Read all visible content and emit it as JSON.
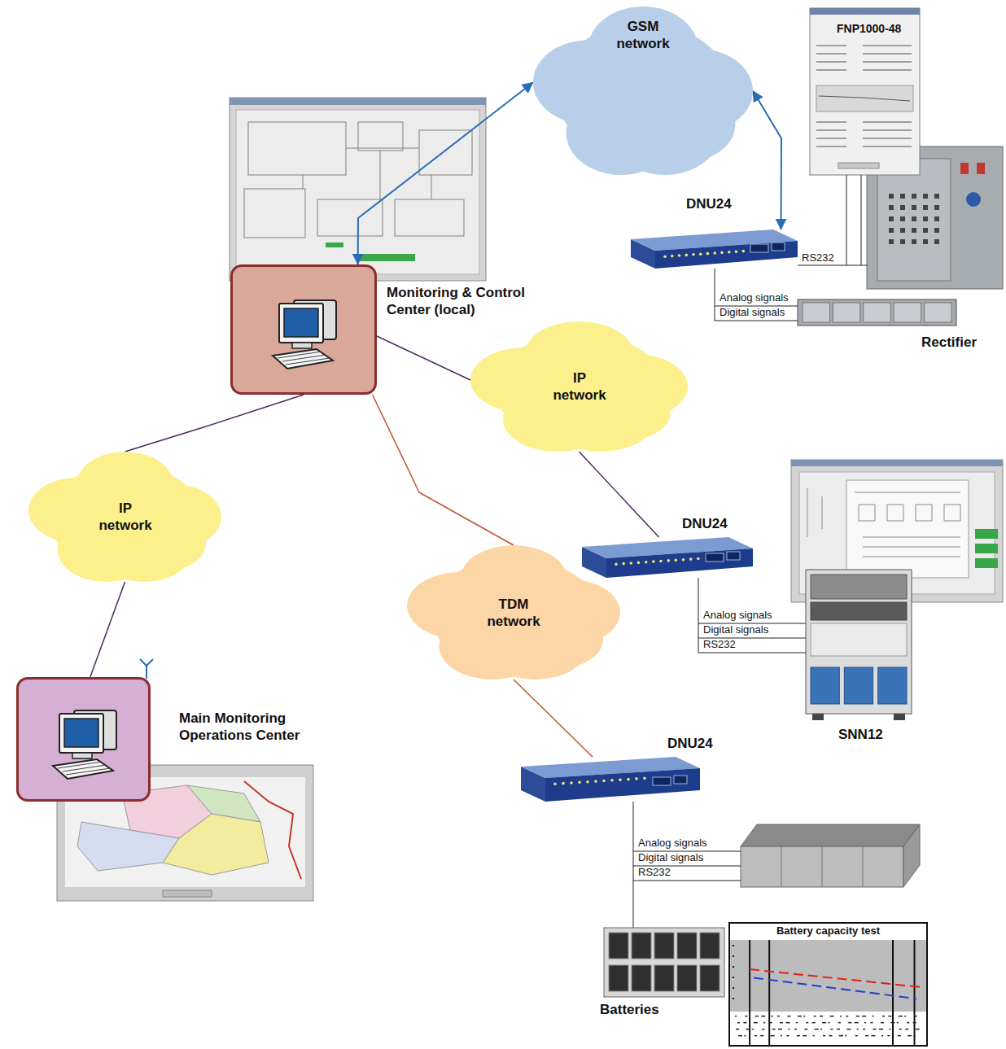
{
  "diagram": {
    "nodes": [
      {
        "text": [
          "GSM network"
        ]
      },
      {
        "text": [
          "Monitoring & Control Center (local)"
        ]
      },
      {
        "text": [
          "DNU24"
        ]
      },
      {
        "text": [
          "Rectifier"
        ]
      },
      {
        "text": [
          "IP network"
        ]
      },
      {
        "text": [
          "IP network"
        ]
      },
      {
        "text": [
          "DNU24"
        ]
      },
      {
        "text": [
          "SNN12"
        ]
      },
      {
        "text": [
          "TDM network"
        ]
      },
      {
        "text": [
          "Main Monitoring Operations Center"
        ]
      },
      {
        "text": [
          "DNU24"
        ]
      },
      {
        "text": [
          "Batteries"
        ]
      },
      {
        "text": [
          "Battery capacity test"
        ]
      }
    ],
    "edges": [
      {
        "from": 1,
        "to": 0,
        "arrow": "both"
      },
      {
        "from": 0,
        "to": 2,
        "arrow": "both"
      },
      {
        "from": 1,
        "to": 4,
        "arrow": "none"
      },
      {
        "from": 4,
        "to": 6,
        "arrow": "none"
      },
      {
        "from": 1,
        "to": 5,
        "arrow": "none"
      },
      {
        "from": 5,
        "to": 9,
        "arrow": "none"
      },
      {
        "from": 1,
        "to": 8,
        "arrow": "none"
      },
      {
        "from": 8,
        "to": 10,
        "arrow": "none"
      }
    ],
    "labels": [
      "FNP1000-48",
      "RS232",
      "Analog signals",
      "Digital signals",
      "Analog signals",
      "Digital signals",
      "RS232",
      "Analog signals",
      "Digital signals",
      "RS232"
    ]
  }
}
